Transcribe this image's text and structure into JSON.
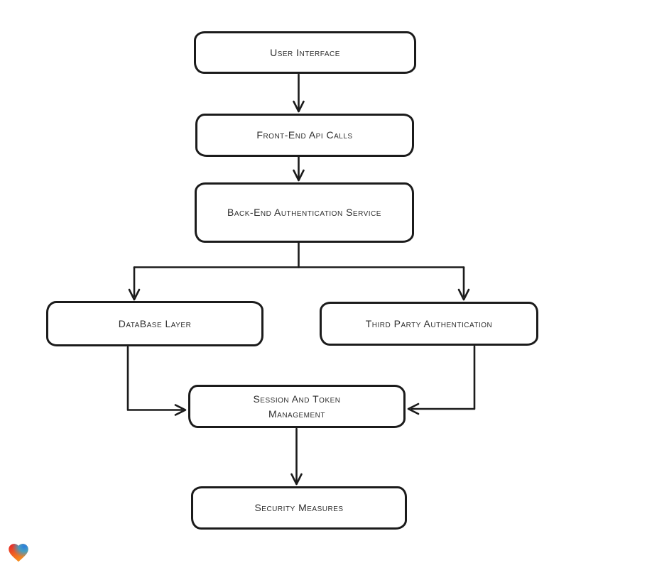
{
  "diagram": {
    "type": "flowchart",
    "background_color": "#ffffff",
    "stroke_color": "#1b1b1b",
    "text_color": "#2d2d2d",
    "node_fill_color": "#ffffff",
    "nodes": [
      {
        "id": "user-interface",
        "label": "User Interface"
      },
      {
        "id": "front-end-api-calls",
        "label": "Front-End Api Calls"
      },
      {
        "id": "back-end-authentication-service",
        "label": "Back-End Authentication Service"
      },
      {
        "id": "database-layer",
        "label": "DataBase Layer"
      },
      {
        "id": "third-party-authentication",
        "label": "Third Party Authentication"
      },
      {
        "id": "session-and-token-management",
        "label": "Session And Token Management"
      },
      {
        "id": "security-measures",
        "label": "Security Measures"
      }
    ],
    "edges": [
      {
        "from": "user-interface",
        "to": "front-end-api-calls"
      },
      {
        "from": "front-end-api-calls",
        "to": "back-end-authentication-service"
      },
      {
        "from": "back-end-authentication-service",
        "to": "database-layer"
      },
      {
        "from": "back-end-authentication-service",
        "to": "third-party-authentication"
      },
      {
        "from": "database-layer",
        "to": "session-and-token-management"
      },
      {
        "from": "third-party-authentication",
        "to": "session-and-token-management"
      },
      {
        "from": "session-and-token-management",
        "to": "security-measures"
      }
    ],
    "logo": {
      "name": "gradient-heart-logo",
      "colors": [
        "#e62129",
        "#2b7de0",
        "#f7941d"
      ]
    }
  }
}
